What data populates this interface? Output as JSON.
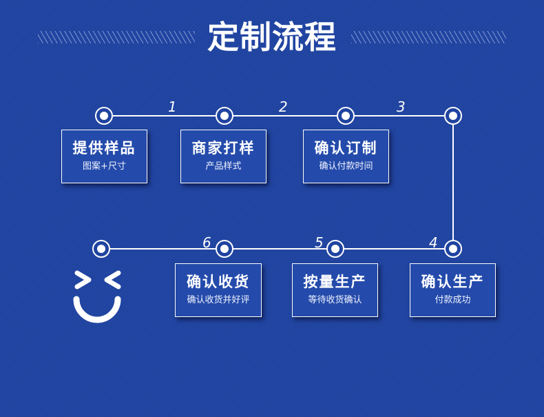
{
  "header": {
    "title": "定制流程"
  },
  "steps": [
    {
      "num": "1",
      "title": "提供样品",
      "subtitle": "图案+尺寸"
    },
    {
      "num": "2",
      "title": "商家打样",
      "subtitle": "产品样式"
    },
    {
      "num": "3",
      "title": "确认订制",
      "subtitle": "确认付款时间"
    },
    {
      "num": "4",
      "title": "确认生产",
      "subtitle": "付款成功"
    },
    {
      "num": "5",
      "title": "按量生产",
      "subtitle": "等待收货确认"
    },
    {
      "num": "6",
      "title": "确认收货",
      "subtitle": "确认收货并好评"
    }
  ],
  "colors": {
    "background": "#1f43a0",
    "card": "#244bab",
    "line": "#ffffff"
  },
  "icons": {
    "end": "smiley-face-icon",
    "node": "circle-node-icon"
  }
}
